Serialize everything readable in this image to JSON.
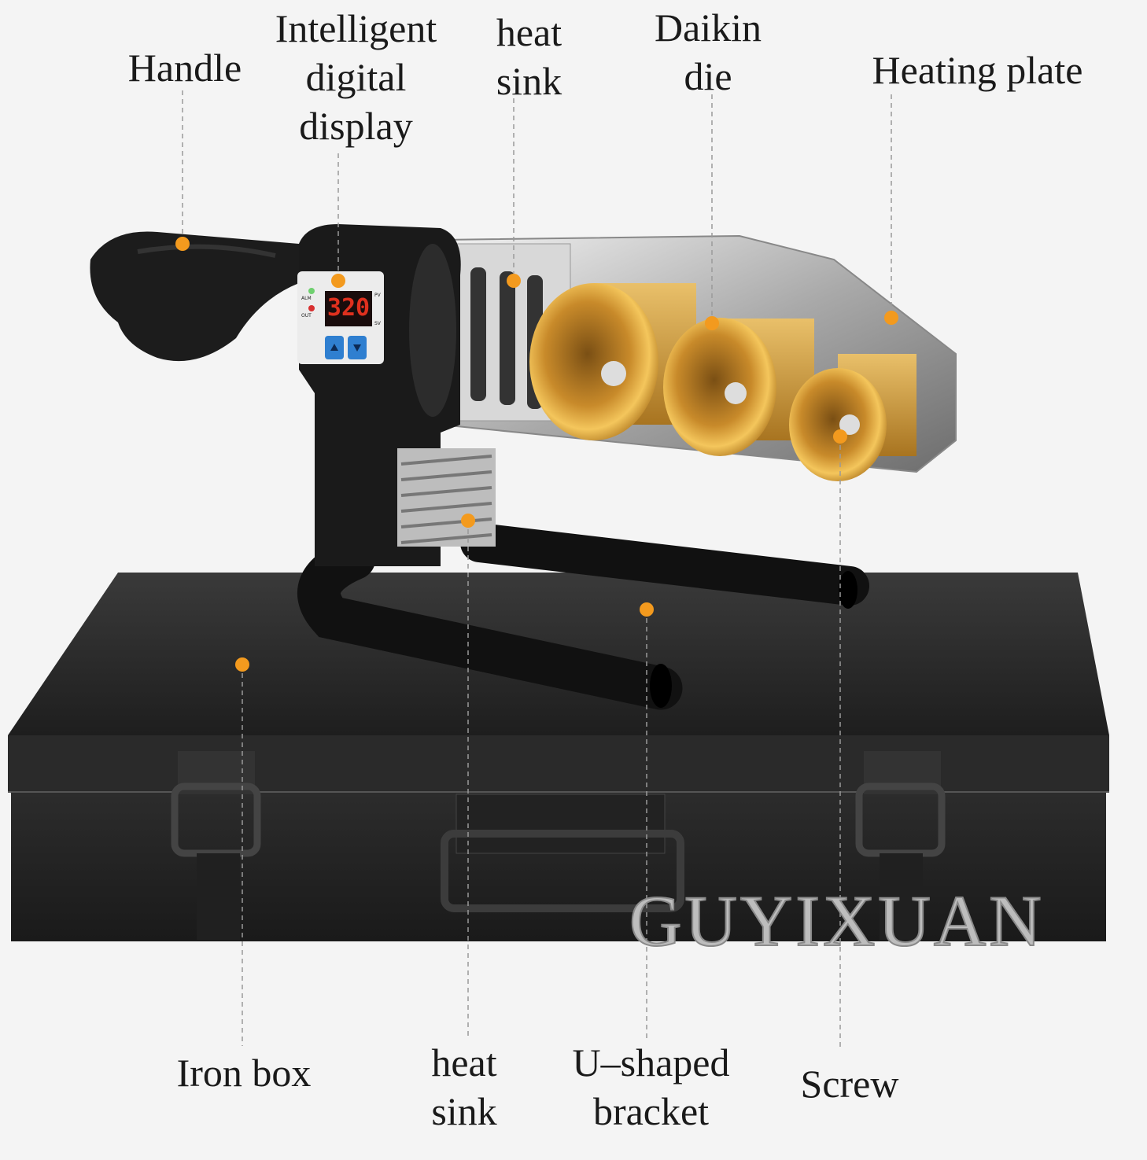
{
  "labels": {
    "handle": [
      "Handle"
    ],
    "display": [
      "Intelligent",
      "digital",
      "display"
    ],
    "heat_sink_top": [
      "heat",
      "sink"
    ],
    "die": [
      "Daikin",
      "die"
    ],
    "heating_plate": [
      "Heating plate"
    ],
    "iron_box": [
      "Iron box"
    ],
    "heat_sink_bottom": [
      "heat",
      "sink"
    ],
    "bracket": [
      "U–shaped",
      "bracket"
    ],
    "screw": [
      "Screw"
    ]
  },
  "display_panel": {
    "reading": "320",
    "led_top": "ALM",
    "led_bottom": "OUT",
    "pv": "PV",
    "sv": "SV"
  },
  "watermark": "GUYIXUAN",
  "colors": {
    "marker": "#f39a1e",
    "brass": "#d9a441",
    "body": "#1c1c1c",
    "plate": "#c9c9c9",
    "button": "#2f7fd0",
    "digits": "#e0301e"
  }
}
